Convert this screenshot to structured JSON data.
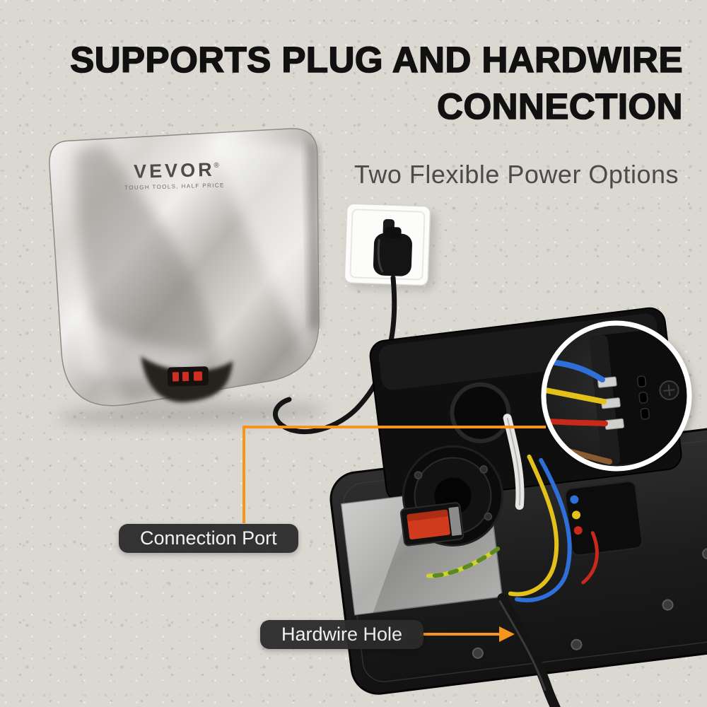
{
  "page": {
    "bg_color": "#dbd8d2",
    "accent_color": "#f7941e",
    "label_bg_color": "#2b2b2b",
    "title_color": "#111111",
    "subtitle_color": "#4b4b4b"
  },
  "header": {
    "title_line1": "SUPPORTS PLUG AND HARDWIRE",
    "title_line2": "CONNECTION",
    "subtitle": "Two Flexible Power Options"
  },
  "brand": {
    "name": "VEVOR",
    "registered_mark": "®",
    "tagline": "TOUGH TOOLS, HALF PRICE"
  },
  "callouts": {
    "connection_port_label": "Connection Port",
    "hardwire_hole_label": "Hardwire Hole"
  },
  "colors": {
    "wire_blue": "#2e6fd8",
    "wire_yellow": "#e3c01a",
    "wire_red": "#c8291b",
    "wire_brown": "#8a5a30",
    "wire_white": "#e8e6e2",
    "wire_earth_green": "#5d8a1f",
    "wire_earth_yellow": "#cfd428",
    "cord_black": "#141414",
    "steel_silver": "#c9c6c1"
  }
}
